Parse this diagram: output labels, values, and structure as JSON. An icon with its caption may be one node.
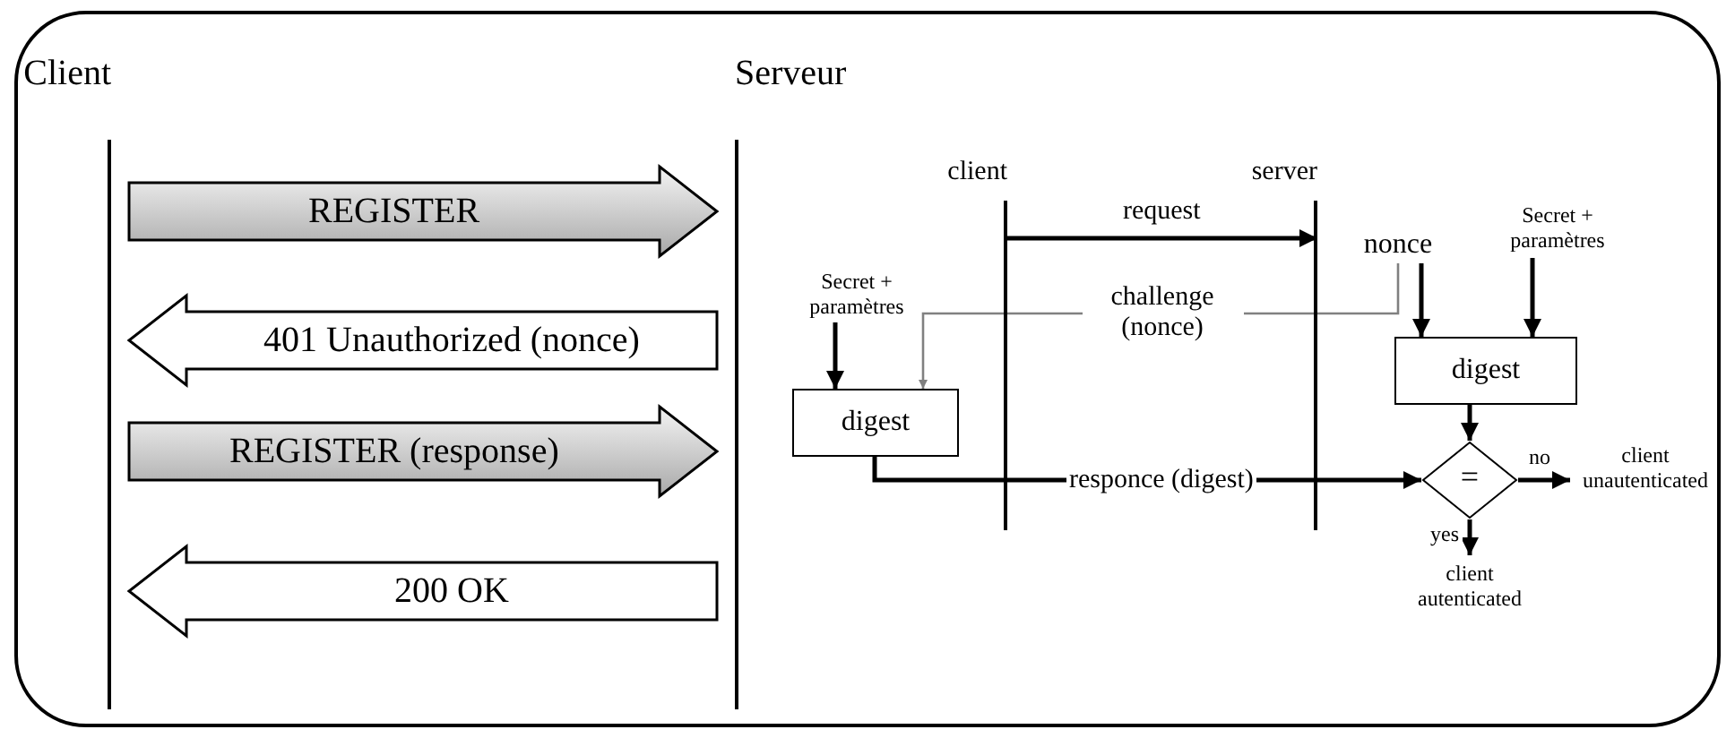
{
  "diagram": {
    "nodes": [
      {
        "text": [
          "Client"
        ]
      },
      {
        "text": [
          "Serveur"
        ]
      },
      {
        "text": [
          "client"
        ]
      },
      {
        "text": [
          "server"
        ]
      },
      {
        "text": [
          "Secret + paramètres"
        ]
      },
      {
        "text": [
          "digest"
        ]
      },
      {
        "text": [
          "nonce"
        ]
      },
      {
        "text": [
          "Secret + paramètres"
        ]
      },
      {
        "text": [
          "digest"
        ]
      },
      {
        "text": [
          "="
        ]
      },
      {
        "text": [
          "client unautenticated"
        ]
      },
      {
        "text": [
          "client autenticated"
        ]
      }
    ],
    "edges": [
      {
        "from": 0,
        "to": 1,
        "arrow": "to",
        "label": "REGISTER"
      },
      {
        "from": 1,
        "to": 0,
        "arrow": "to",
        "label": "401 Unauthorized (nonce)"
      },
      {
        "from": 0,
        "to": 1,
        "arrow": "to",
        "label": "REGISTER (response)"
      },
      {
        "from": 1,
        "to": 0,
        "arrow": "to",
        "label": "200 OK"
      },
      {
        "from": 2,
        "to": 3,
        "arrow": "to",
        "label": "request"
      },
      {
        "from": 4,
        "to": 5,
        "arrow": "to"
      },
      {
        "from": 6,
        "to": 5,
        "arrow": "to",
        "label": "challenge (nonce)",
        "color": "#808080"
      },
      {
        "from": 5,
        "to": 9,
        "arrow": "to",
        "label": "responce (digest)"
      },
      {
        "from": 6,
        "to": 8,
        "arrow": "to"
      },
      {
        "from": 7,
        "to": 8,
        "arrow": "to"
      },
      {
        "from": 8,
        "to": 9,
        "arrow": "to"
      },
      {
        "from": 9,
        "to": 10,
        "arrow": "to",
        "label": "no"
      },
      {
        "from": 9,
        "to": 11,
        "arrow": "to",
        "label": "yes"
      }
    ]
  }
}
